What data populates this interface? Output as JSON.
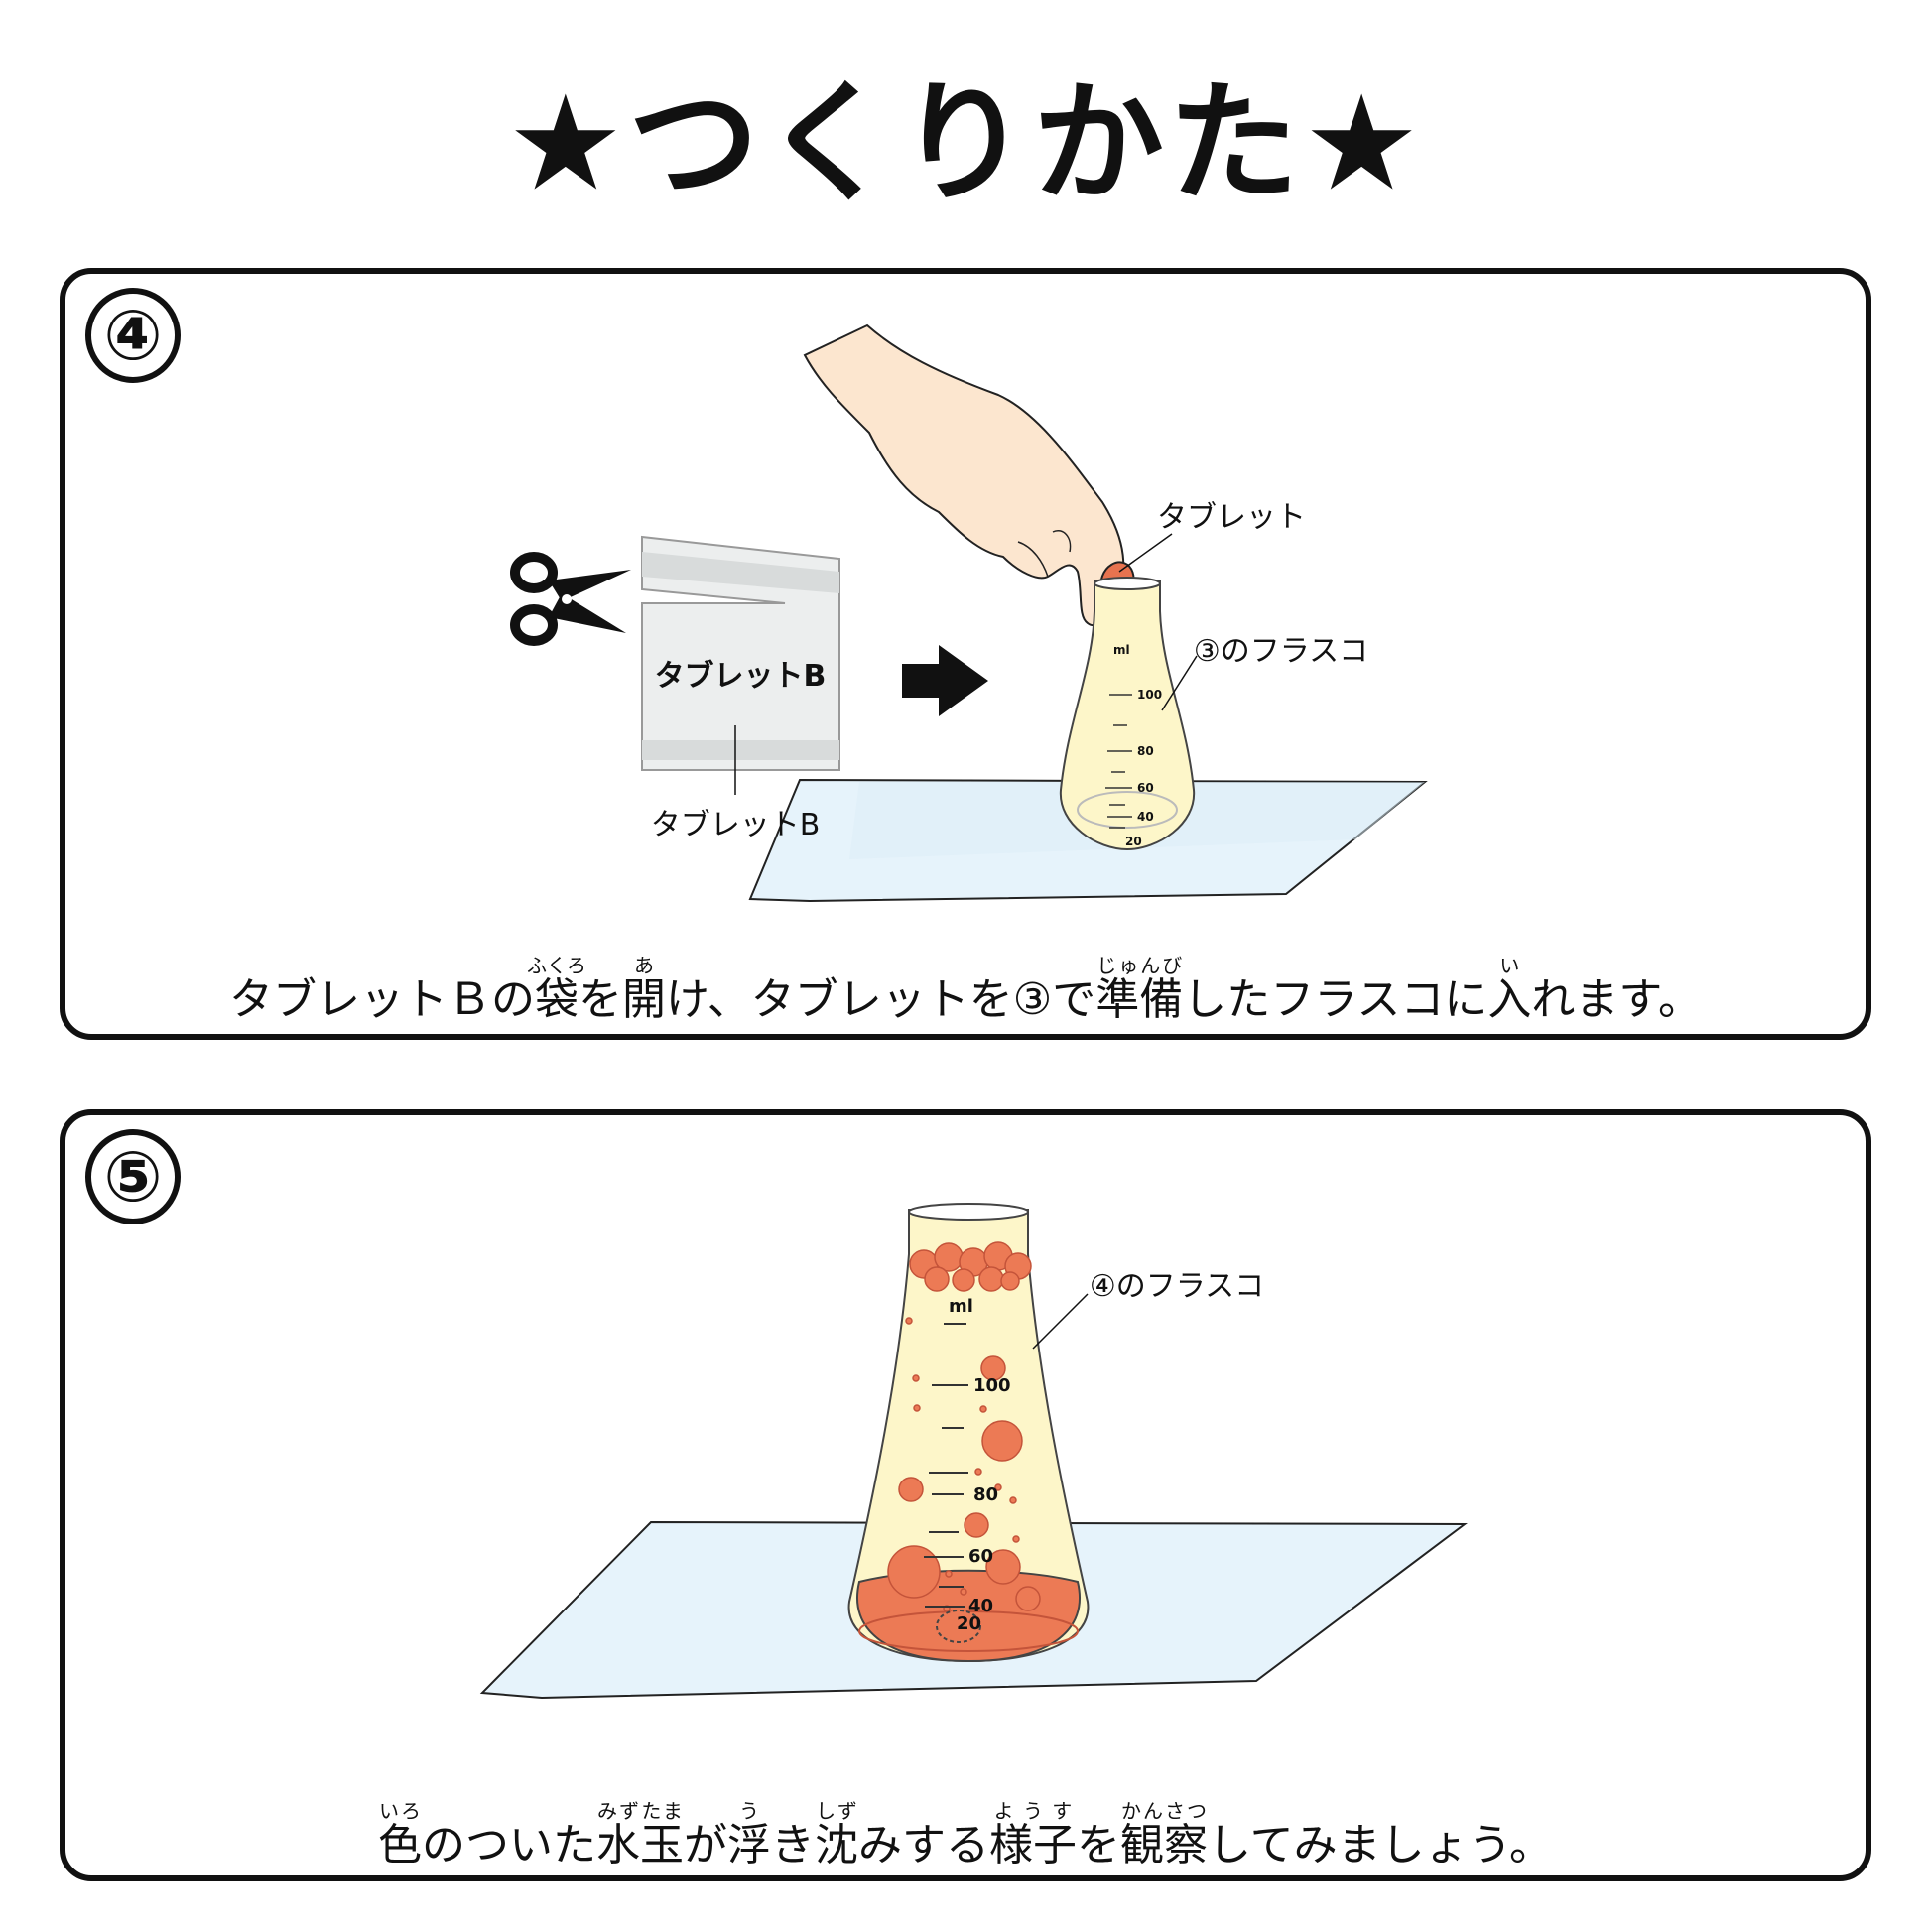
{
  "title": "★つくりかた★",
  "step4": {
    "number": "④",
    "packet_label": "タブレットB",
    "packet_callout": "タブレットB",
    "tablet_callout": "タブレット",
    "flask_callout": "③のフラスコ",
    "flask_unit": "ml",
    "flask_ticks": [
      "100",
      "80",
      "60",
      "40",
      "20"
    ],
    "caption": {
      "t1": "タブレットＢの",
      "k1": "袋",
      "r1": "ふくろ",
      "t2": "を",
      "k2": "開",
      "r2": "あ",
      "t3": "け、タブレットを③で",
      "k3": "準備",
      "r3": "じゅんび",
      "t4": "したフラスコに",
      "k4": "入",
      "r4": "い",
      "t5": "れます。"
    },
    "colors": {
      "liquid": "#fdf6c9",
      "tablet": "#e8734f",
      "skin": "#fce6cf",
      "cloth": "#e6f3fb"
    }
  },
  "step5": {
    "number": "⑤",
    "flask_callout": "④のフラスコ",
    "flask_unit": "ml",
    "flask_ticks": [
      "100",
      "80",
      "60",
      "40",
      "20"
    ],
    "caption": {
      "k1": "色",
      "r1": "いろ",
      "t1": "のついた",
      "k2": "水玉",
      "r2": "みずたま",
      "t2": "が",
      "k3": "浮",
      "r3": "う",
      "t3": "き",
      "k4": "沈",
      "r4": "しず",
      "t4": "みする",
      "k5": "様子",
      "r5": "ようす",
      "t5": "を",
      "k6": "観察",
      "r6": "かんさつ",
      "t6": "してみましょう。"
    },
    "colors": {
      "liquid": "#fdf6c9",
      "bubble": "#ec7a55",
      "cloth": "#e6f3fb"
    }
  }
}
